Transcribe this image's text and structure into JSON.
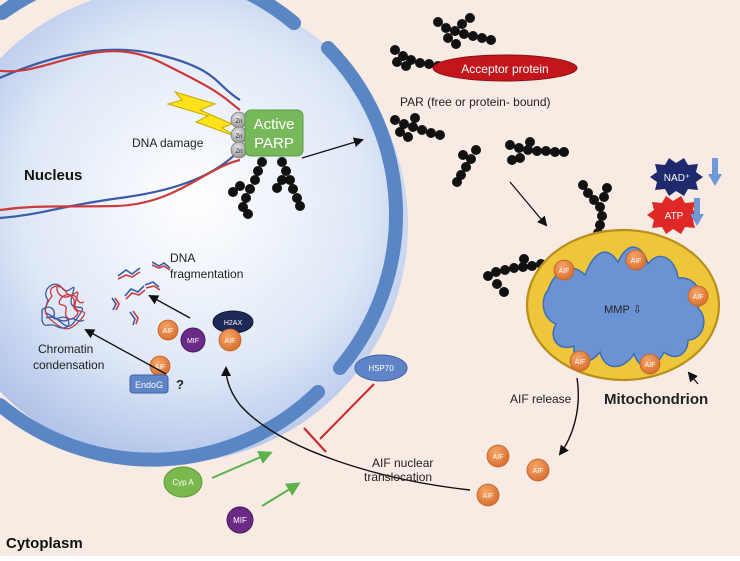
{
  "labels": {
    "nucleus": "Nucleus",
    "cytoplasm": "Cytoplasm",
    "dna_damage": "DNA damage",
    "active_parp_line1": "Active",
    "active_parp_line2": "PARP",
    "zn": "Zn",
    "acceptor_protein": "Acceptor protein",
    "par": "PAR (free or protein- bound)",
    "nad": "NAD⁺",
    "atp": "ATP",
    "mmp": "MMP ⇩",
    "mitochondrion": "Mitochondrion",
    "aif_release": "AIF release",
    "aif_translocation_line1": "AIF nuclear",
    "aif_translocation_line2": "translocation",
    "dna_fragmentation_line1": "DNA",
    "dna_fragmentation_line2": "fragmentation",
    "chromatin_line1": "Chromatin",
    "chromatin_line2": "condensation",
    "aif": "AIF",
    "mif": "MIF",
    "h2ax": "H2AX",
    "endog": "EndoG",
    "question": "?",
    "hsp70": "HSP70",
    "cypa": "Cyp A"
  },
  "colors": {
    "background": "#f8ebe3",
    "nucleus_fill": "#dde6f6",
    "nuclear_membrane": "#5b86c6",
    "parp_green": "#77b85a",
    "acceptor_red": "#c2161c",
    "aif_orange": "#e07c3a",
    "mif_purple": "#6b2a86",
    "h2ax_navy": "#1d2a57",
    "hsp70_blue": "#5f84c8",
    "cypa_green": "#7ab84d",
    "mito_yellow": "#eec63a",
    "mito_blue": "#6b93d4",
    "inhibit_red": "#cc2a2a",
    "activate_green": "#5bb14a",
    "nad_navy": "#1f2a6e",
    "atp_red": "#e02828",
    "down_arrow": "#6f99d6"
  }
}
